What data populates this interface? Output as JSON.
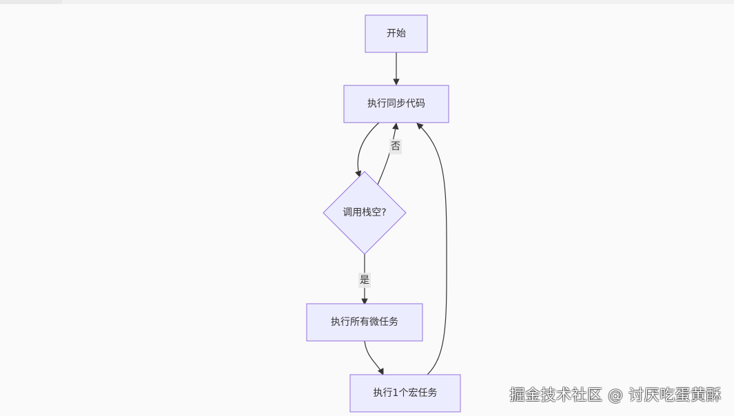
{
  "diagram": {
    "nodes": {
      "start": "开始",
      "sync_code": "执行同步代码",
      "decision": "调用栈空?",
      "microtasks": "执行所有微任务",
      "macrotask": "执行1个宏任务"
    },
    "edge_labels": {
      "no": "否",
      "yes": "是"
    }
  },
  "watermark": "掘金技术社区 @ 讨厌吃蛋黄酥",
  "colors": {
    "node_fill": "#ececff",
    "node_stroke": "#9370db",
    "edge": "#333333",
    "background": "#fafafa"
  }
}
